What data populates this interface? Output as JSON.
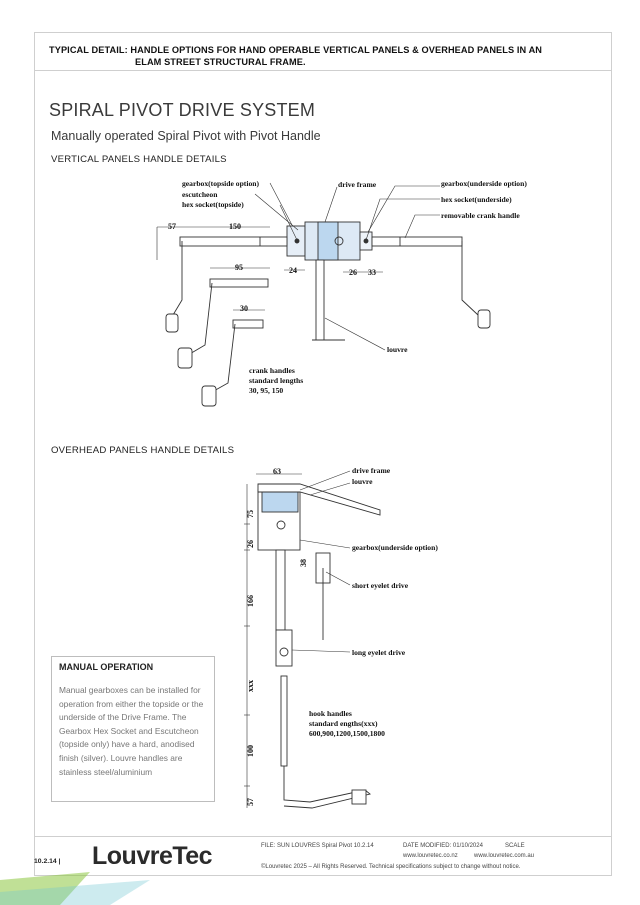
{
  "header": {
    "line1": "TYPICAL DETAIL: HANDLE OPTIONS FOR HAND OPERABLE VERTICAL PANELS & OVERHEAD PANELS IN AN",
    "line2": "ELAM STREET STRUCTURAL FRAME."
  },
  "title": "SPIRAL PIVOT DRIVE SYSTEM",
  "subtitle": "Manually operated Spiral Pivot with Pivot Handle",
  "vertical": {
    "heading": "VERTICAL PANELS HANDLE DETAILS",
    "labels": {
      "gearbox_top": "gearbox(topside option)",
      "escutcheon": "escutcheon",
      "hex_top": "hex socket(topside)",
      "drive_frame": "drive frame",
      "gearbox_under": "gearbox(underside option)",
      "hex_under": "hex socket(underside)",
      "crank_handle": "removable crank handle",
      "louvre": "louvre",
      "crank_note_1": "crank handles",
      "crank_note_2": "standard lengths",
      "crank_note_3": "30, 95, 150"
    },
    "dims": {
      "d57": "57",
      "d150": "150",
      "d95": "95",
      "d30": "30",
      "d24": "24",
      "d26": "26",
      "d33": "33"
    }
  },
  "overhead": {
    "heading": "OVERHEAD PANELS HANDLE DETAILS",
    "labels": {
      "drive_frame": "drive frame",
      "louvre": "louvre",
      "gearbox_under": "gearbox(underside option)",
      "short_eyelet": "short eyelet drive",
      "long_eyelet": "long eyelet drive",
      "hook_1": "hook handles",
      "hook_2": "standard engths(xxx)",
      "hook_3": "600,900,1200,1500,1800"
    },
    "dims": {
      "d63": "63",
      "d75": "75",
      "d26": "26",
      "d38": "38",
      "d166": "166",
      "dxxx": "xxx",
      "d100": "100",
      "d57": "57"
    }
  },
  "manual": {
    "heading": "MANUAL OPERATION",
    "body": "Manual gearboxes can be installed for operation from either the topside or the underside of the Drive Frame. The Gearbox Hex Socket and Escutcheon (topside only) have a hard, anodised finish (silver). Louvre handles are stainless steel/aluminium"
  },
  "footer": {
    "file": "FILE: SUN LOUVRES Spiral Pivot 10.2.14",
    "modified": "DATE MODIFIED: 01/10/2024",
    "scale": "SCALE",
    "web_nz": "www.louvretec.co.nz",
    "web_au": "www.louvretec.com.au",
    "copyright": "©Louvretec 2025 – All Rights Reserved. Technical specifications subject to change without notice.",
    "page_code": "10.2.14 |",
    "logo": "LouvreTec"
  },
  "colors": {
    "accent_green": "#8dc63f",
    "accent_teal": "#6fc6d0",
    "gearbox_blue": "#bcd7ef"
  }
}
